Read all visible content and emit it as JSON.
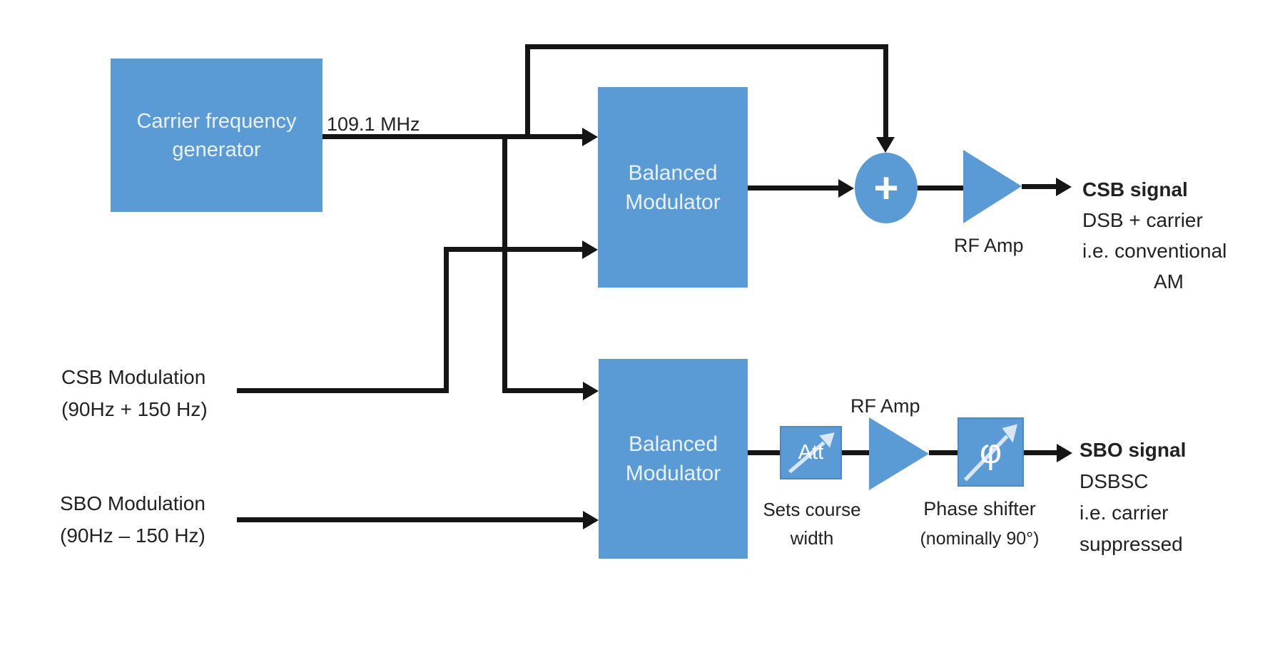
{
  "colors": {
    "block_fill": "#5b9bd5",
    "block_border": "#4a88c8",
    "block_text": "#e9f1fb",
    "connector": "#151515",
    "label_text": "#222222",
    "symbol_arrow": "#d9e6f4"
  },
  "carrier_box": {
    "line1": "Carrier frequency",
    "line2": "generator"
  },
  "freq_label": "109.1 MHz",
  "modulator_top": {
    "line1": "Balanced",
    "line2": "Modulator"
  },
  "modulator_bottom": {
    "line1": "Balanced",
    "line2": "Modulator"
  },
  "summer_symbol": "+",
  "rf_amp_top_label": "RF Amp",
  "rf_amp_bottom_label": "RF Amp",
  "attenuator": {
    "label": "Att",
    "caption1": "Sets course",
    "caption2": "width"
  },
  "phase_shifter": {
    "symbol": "φ",
    "caption1": "Phase shifter",
    "caption2": "(nominally 90°)"
  },
  "csb_input": {
    "line1": "CSB Modulation",
    "line2": "(90Hz + 150 Hz)"
  },
  "sbo_input": {
    "line1": "SBO Modulation",
    "line2": "(90Hz – 150 Hz)"
  },
  "csb_output": {
    "line1": "CSB signal",
    "line2": "DSB + carrier",
    "line3": "i.e. conventional",
    "line4": "AM"
  },
  "sbo_output": {
    "line1": "SBO signal",
    "line2": "DSBSC",
    "line3": "i.e. carrier",
    "line4": "suppressed"
  }
}
